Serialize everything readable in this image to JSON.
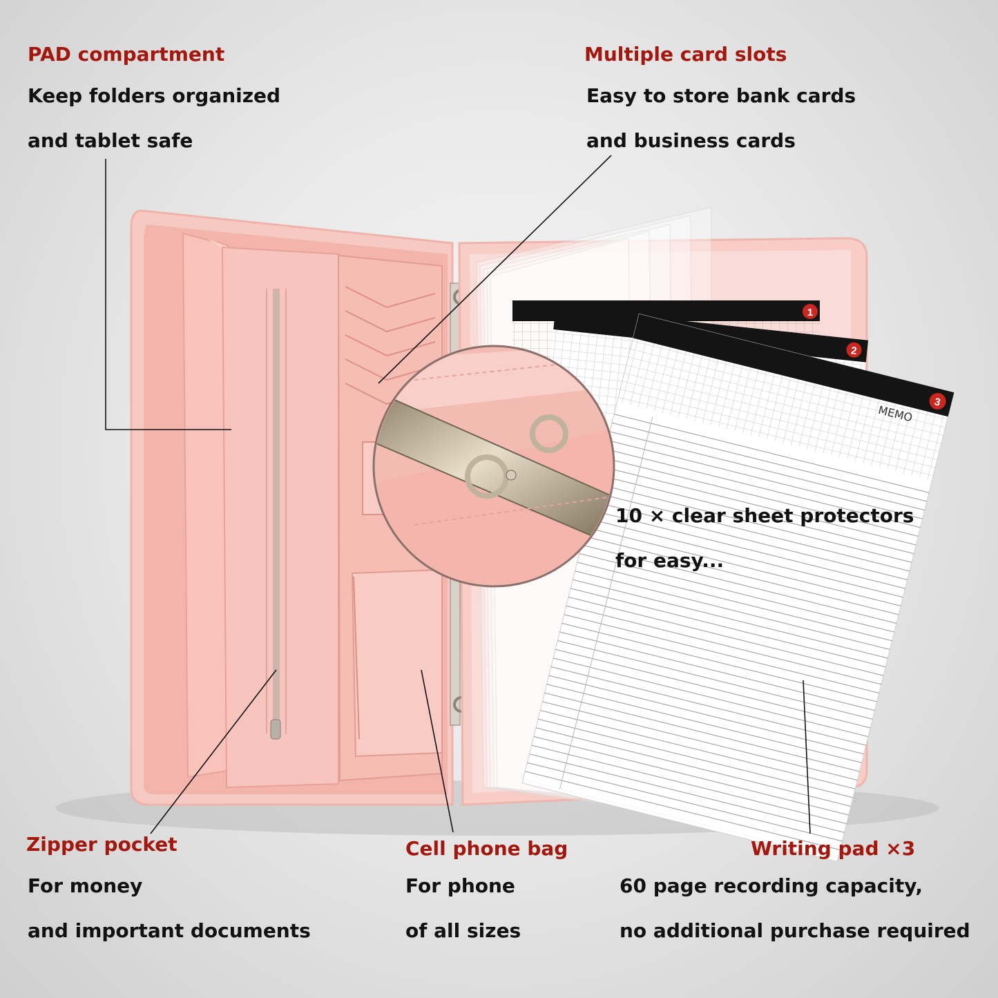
{
  "colors": {
    "title_red": "#a3180e",
    "text": "#111111",
    "folder_pink": "#f4b8b0",
    "folder_pink_light": "#f9d0ca",
    "ring_metal": "#c9b89a",
    "pad_black": "#141414",
    "badge_red": "#c8281f"
  },
  "annotations": {
    "pad": {
      "title": "PAD compartment",
      "line1": "Keep folders organized",
      "line2": "and tablet safe"
    },
    "cards": {
      "title": "Multiple card slots",
      "line1": "Easy to store bank cards",
      "line2": "and business cards"
    },
    "protectors": {
      "line1": "10 × clear sheet protectors",
      "line2": "for easy..."
    },
    "zipper": {
      "title": "Zipper pocket",
      "line1": "For money",
      "line2": "and important documents"
    },
    "phone": {
      "title": "Cell phone bag",
      "line1": "For phone",
      "line2": "of all sizes"
    },
    "writing": {
      "title": "Writing pad ×3",
      "line1": "60 page recording capacity,",
      "line2": "no additional purchase required"
    }
  },
  "pads": [
    {
      "badge": "1"
    },
    {
      "badge": "2"
    },
    {
      "badge": "3",
      "label": "MEMO"
    }
  ]
}
